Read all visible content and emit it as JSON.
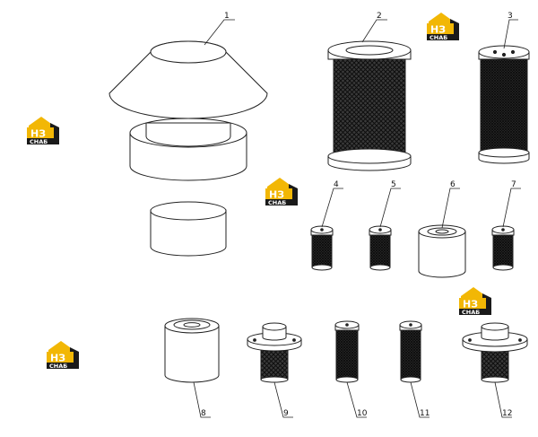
{
  "diagram": {
    "part_numbers": [
      "1",
      "2",
      "3",
      "4",
      "5",
      "6",
      "7",
      "8",
      "9",
      "10",
      "11",
      "12"
    ]
  },
  "watermark": {
    "logo_mark": "НЗ",
    "logo_word": "СНАБ",
    "brand_yellow": "#f2b705",
    "brand_dark": "#1a1a1a"
  }
}
